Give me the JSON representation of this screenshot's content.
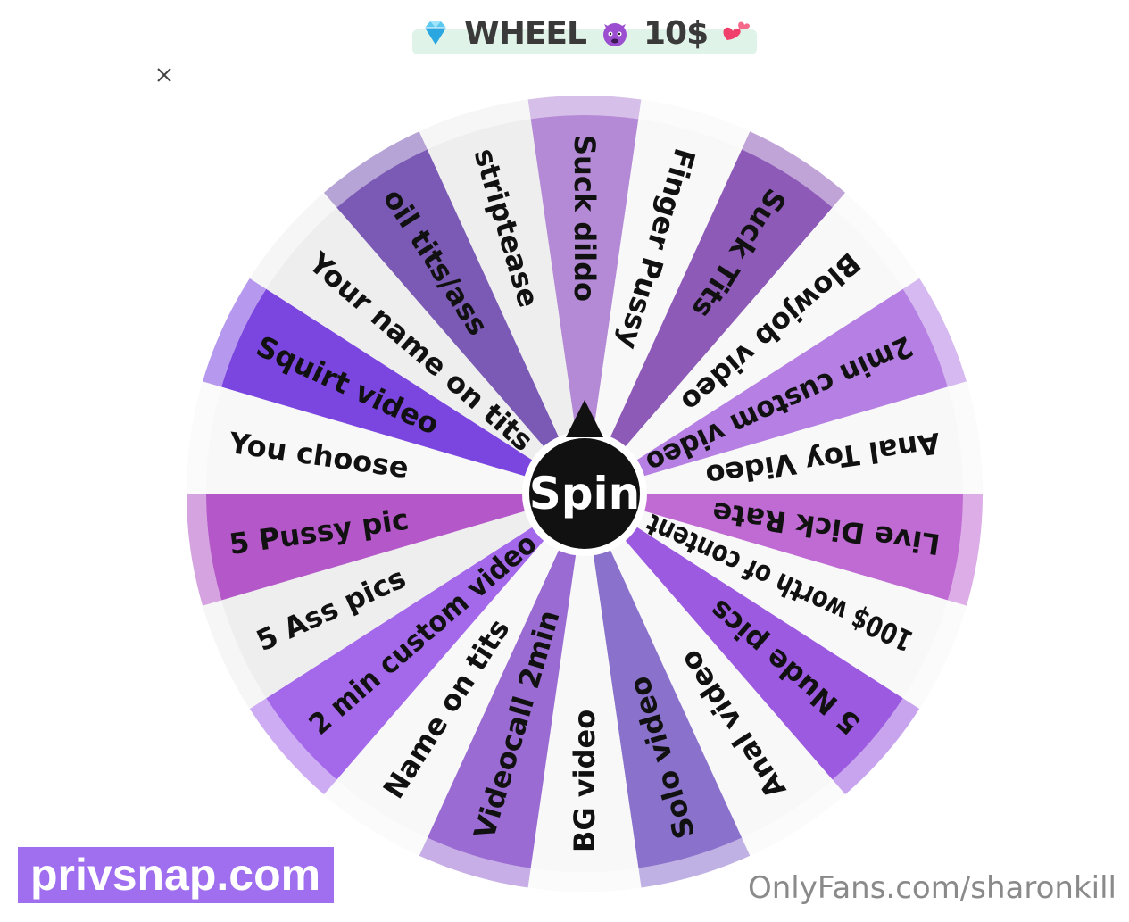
{
  "title": {
    "word": "WHEEL",
    "price": "10$",
    "icons": [
      "gem-icon",
      "devil-icon",
      "hearts-icon"
    ]
  },
  "close_icon": "close-icon",
  "wheel": {
    "spin_label": "Spin",
    "segments": [
      {
        "label": "Suck dildo",
        "color": "#b48ad6"
      },
      {
        "label": "Finger Pussy",
        "color": "#f8f8f8"
      },
      {
        "label": "Suck Tits",
        "color": "#8d5ab8"
      },
      {
        "label": "Blowjob video",
        "color": "#f8f8f8"
      },
      {
        "label": "2min custom video",
        "color": "#b57fe3"
      },
      {
        "label": "Anal Toy Video",
        "color": "#f8f8f8"
      },
      {
        "label": "Live Dick Rate",
        "color": "#c06ad4"
      },
      {
        "label": "100$ worth of content",
        "color": "#f8f8f8"
      },
      {
        "label": "5 Nude pics",
        "color": "#9b5ae0"
      },
      {
        "label": "Anal video",
        "color": "#f8f8f8"
      },
      {
        "label": "Solo video",
        "color": "#8a72cc"
      },
      {
        "label": "BG video",
        "color": "#f8f8f8"
      },
      {
        "label": "Videocall 2min",
        "color": "#9a6bd2"
      },
      {
        "label": "Name on tits",
        "color": "#f8f8f8"
      },
      {
        "label": "2 min custom video",
        "color": "#a468ea"
      },
      {
        "label": "5 Ass pics",
        "color": "#eeeeee"
      },
      {
        "label": "5 Pussy pic",
        "color": "#b457c9"
      },
      {
        "label": "You choose",
        "color": "#f8f8f8"
      },
      {
        "label": "Squirt video",
        "color": "#7b46e0"
      },
      {
        "label": "Your name on tits",
        "color": "#eeeeee"
      },
      {
        "label": "oil tits/ass",
        "color": "#7a5ab4"
      },
      {
        "label": "striptease",
        "color": "#eeeeee"
      }
    ]
  },
  "watermarks": {
    "left": "privsnap.com",
    "right": "OnlyFans.com/sharonkill"
  }
}
